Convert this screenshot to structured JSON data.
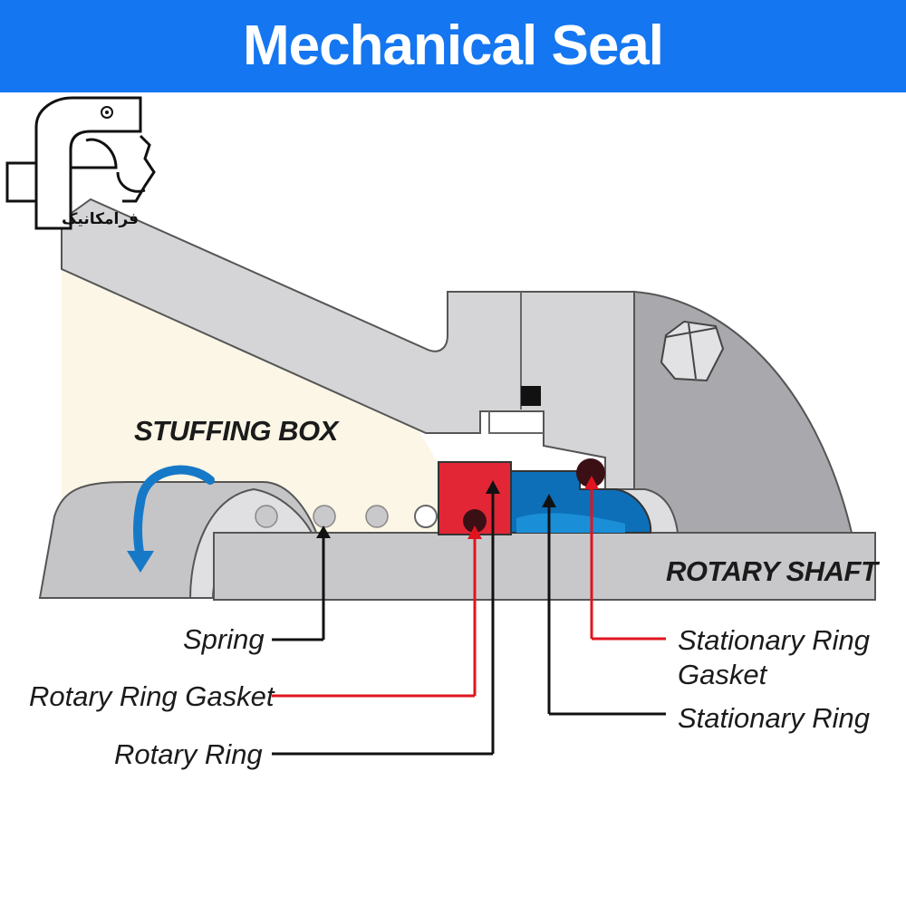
{
  "header": {
    "title": "Mechanical Seal",
    "color": "#1476f0"
  },
  "logo": {
    "text": "فرامکانیک",
    "icon": "fm-gear-logo-icon"
  },
  "labels": {
    "stuffing_box": "STUFFING BOX",
    "rotary_shaft": "ROTARY SHAFT",
    "spring": "Spring",
    "rotary_ring_gasket": "Rotary Ring Gasket",
    "rotary_ring": "Rotary Ring",
    "stationary_ring_gasket_line1": "Stationary Ring",
    "stationary_ring_gasket_line2": "Gasket",
    "stationary_ring": "Stationary Ring"
  },
  "colors": {
    "rotary_ring": "#e32636",
    "stationary_ring": "#0d6fb8",
    "gasket": "#3a1015",
    "rotation_arrow": "#1679c7",
    "red_leader": "#e0141e",
    "black_leader": "#111111",
    "stuffing_box_fill": "#fbf6e6"
  },
  "icons": {
    "rotation": "curved-arrow-icon",
    "bolt": "hex-bolt-icon"
  }
}
